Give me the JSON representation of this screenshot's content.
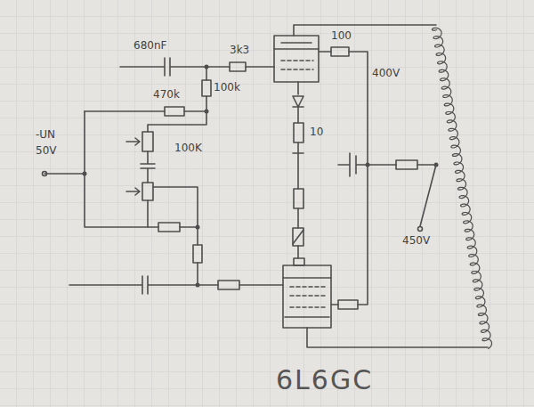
{
  "diagram": {
    "labels": [
      "680nF",
      "3k3",
      "100",
      "470k",
      "100k",
      "100K",
      "-UN",
      "50V",
      "400V",
      "10",
      "450V",
      "6L6GC"
    ]
  }
}
